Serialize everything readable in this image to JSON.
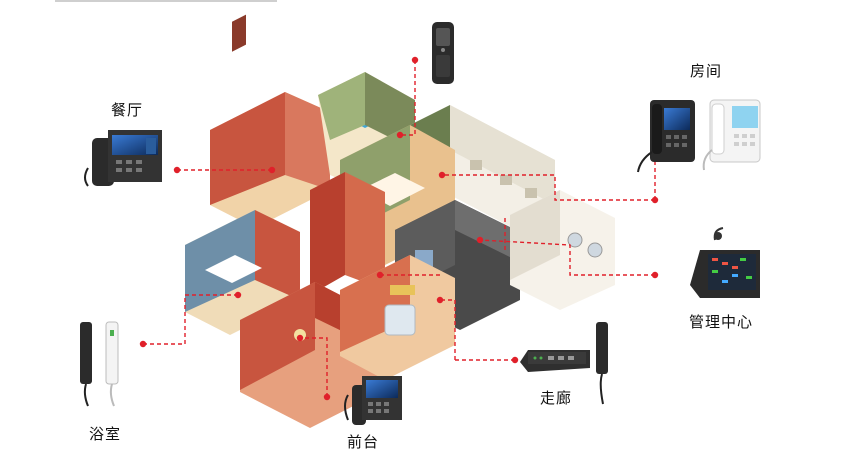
{
  "labels": {
    "restaurant": "餐厅",
    "room": "房间",
    "management": "管理中心",
    "bathroom": "浴室",
    "front_desk": "前台",
    "corridor": "走廊"
  },
  "colors": {
    "connector": "#e0202a",
    "device_dark": "#2b2b2b",
    "wall_red": "#c8553f",
    "wall_green": "#7b8a5a",
    "wall_blue": "#6e8fa8",
    "floor_wood": "#e7c79a"
  }
}
